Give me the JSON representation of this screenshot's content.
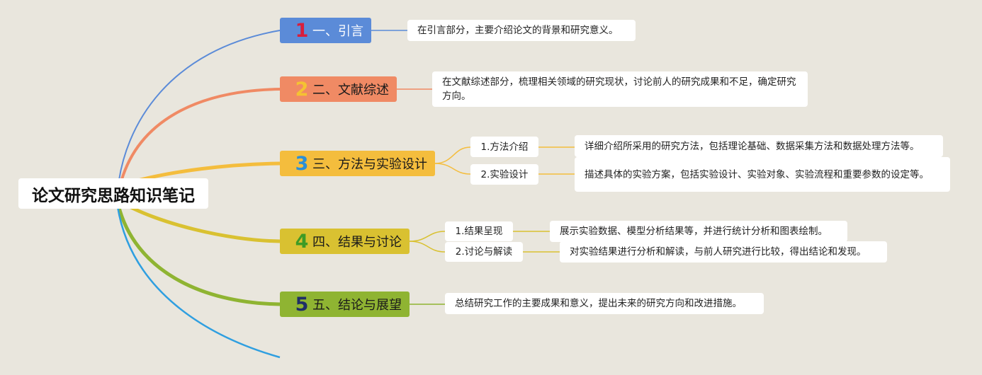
{
  "title": "论文研究思路知识笔记",
  "colors": {
    "background": "#e9e6dd",
    "branch1": "#5b8bd8",
    "branch2": "#f08a64",
    "branch3": "#f4bd3d",
    "branch4": "#d9c131",
    "branch5": "#8fb432",
    "extra_line": "#2f9fe0",
    "num1": "#d81e3c",
    "num2": "#f5c232",
    "num3": "#2b8fd6",
    "num4": "#3e9b25",
    "num5": "#1f2e66"
  },
  "branches": [
    {
      "number": "1",
      "label": "一、引言",
      "description": "在引言部分，主要介绍论文的背景和研究意义。"
    },
    {
      "number": "2",
      "label": "二、文献综述",
      "description": "在文献综述部分，梳理相关领域的研究现状，讨论前人的研究成果和不足，确定研究方向。"
    },
    {
      "number": "3",
      "label": "三、方法与实验设计",
      "children": [
        {
          "label": "1.方法介绍",
          "description": "详细介绍所采用的研究方法，包括理论基础、数据采集方法和数据处理方法等。"
        },
        {
          "label": "2.实验设计",
          "description": "描述具体的实验方案，包括实验设计、实验对象、实验流程和重要参数的设定等。"
        }
      ]
    },
    {
      "number": "4",
      "label": "四、结果与讨论",
      "children": [
        {
          "label": "1.结果呈现",
          "description": "展示实验数据、模型分析结果等，并进行统计分析和图表绘制。"
        },
        {
          "label": "2.讨论与解读",
          "description": "对实验结果进行分析和解读，与前人研究进行比较，得出结论和发现。"
        }
      ]
    },
    {
      "number": "5",
      "label": "五、结论与展望",
      "description": "总结研究工作的主要成果和意义，提出未来的研究方向和改进措施。"
    }
  ]
}
